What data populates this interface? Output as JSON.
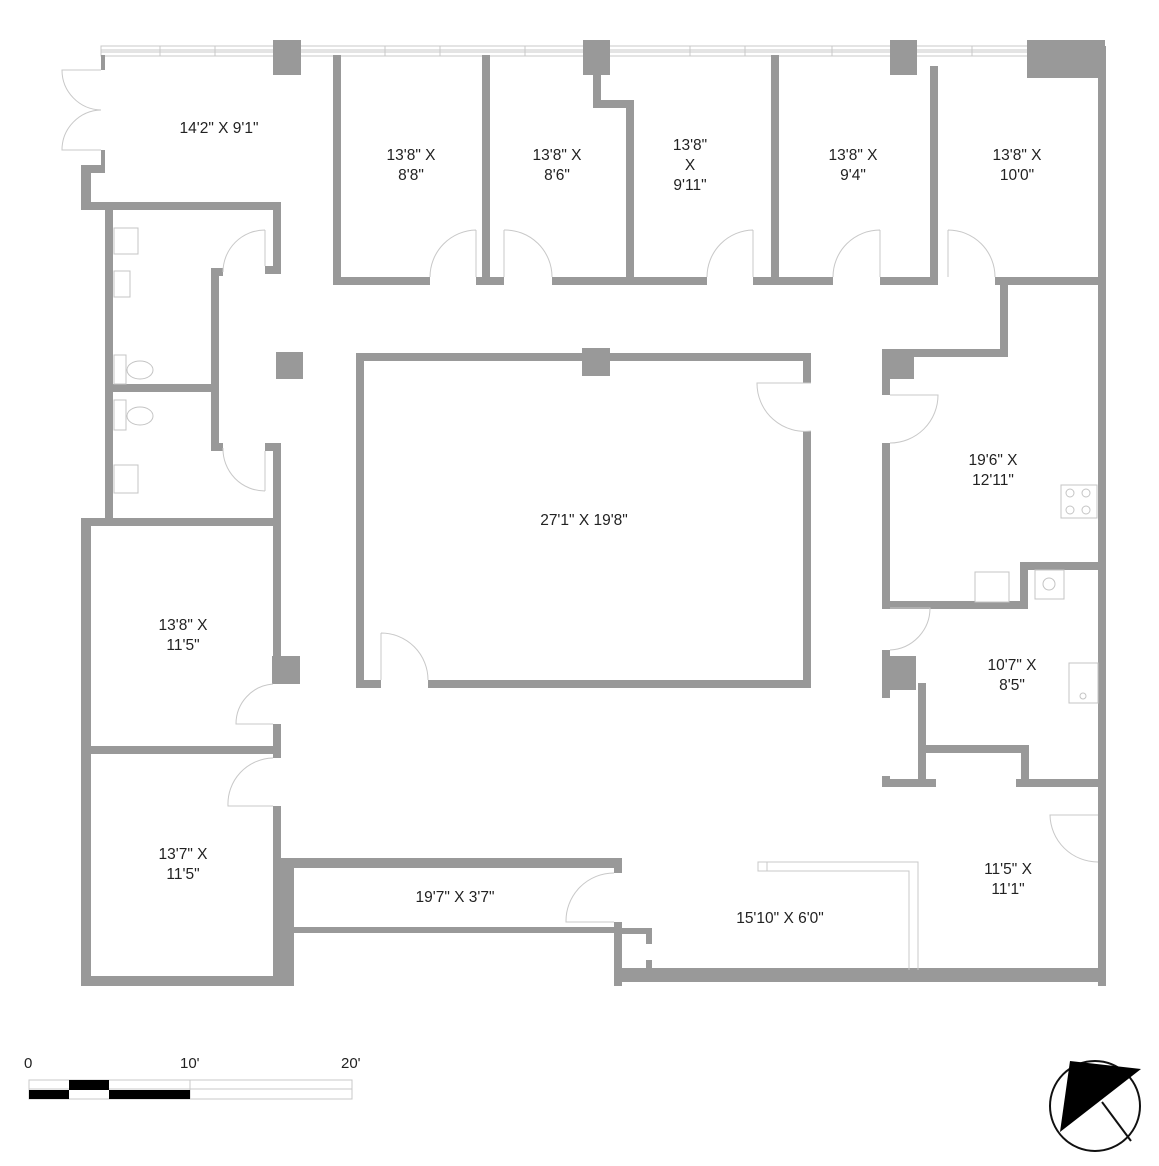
{
  "floorplan": {
    "wall_color": "#999999",
    "rooms": [
      {
        "id": "entry-office",
        "label": "14'2\" X 9'1\""
      },
      {
        "id": "office-1",
        "label": "13'8\" X\n8'8\""
      },
      {
        "id": "office-2",
        "label": "13'8\" X\n8'6\""
      },
      {
        "id": "office-3",
        "label": "13'8\"\nX\n9'11\""
      },
      {
        "id": "office-4",
        "label": "13'8\" X\n9'4\""
      },
      {
        "id": "office-5",
        "label": "13'8\" X\n10'0\""
      },
      {
        "id": "conference-room",
        "label": "27'1\" X 19'8\""
      },
      {
        "id": "kitchen",
        "label": "19'6\" X\n12'11\""
      },
      {
        "id": "utility-room",
        "label": "10'7\" X\n8'5\""
      },
      {
        "id": "office-west-1",
        "label": "13'8\" X\n11'5\""
      },
      {
        "id": "office-west-2",
        "label": "13'7\" X\n11'5\""
      },
      {
        "id": "storage-corridor",
        "label": "19'7\" X 3'7\""
      },
      {
        "id": "reception",
        "label": "15'10\" X 6'0\""
      },
      {
        "id": "corner-office",
        "label": "11'5\" X\n11'1\""
      }
    ]
  },
  "scale_bar": {
    "ticks": [
      "0",
      "10'",
      "20'"
    ]
  },
  "compass": {
    "icon": "north-arrow-icon"
  }
}
